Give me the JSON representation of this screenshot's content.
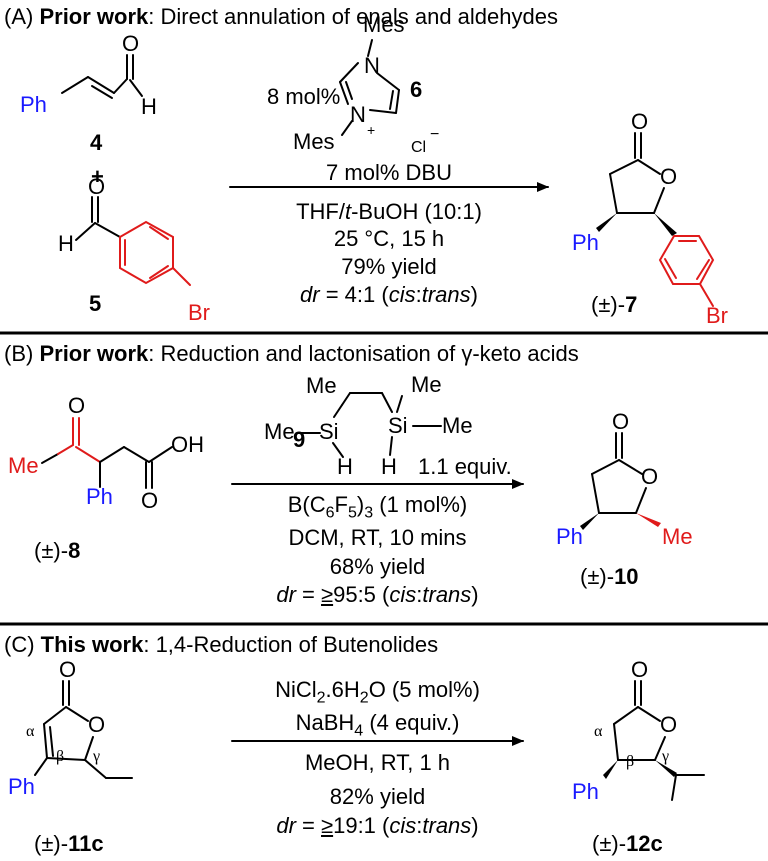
{
  "colors": {
    "aryl": "#e01b1b",
    "phenyl": "#1a1aff",
    "bond": "#000000"
  },
  "panelA": {
    "prefix": "(A) ",
    "bold": "Prior work",
    "rest": ": Direct annulation of enals and aldehydes",
    "ph": "Ph",
    "o": "O",
    "h": "H",
    "label4": "4",
    "plus": "+",
    "label5": "5",
    "br": "Br",
    "catalyst": {
      "loading": "8 mol%",
      "mes_top": "Mes",
      "mes_left": "Mes",
      "n_top": "N",
      "n_left": "N",
      "plus": "+",
      "cl": "Cl",
      "minus": "−",
      "number": "6"
    },
    "conditions": [
      "7 mol% DBU",
      "THF/",
      "t",
      "-BuOH (10:1)",
      "25 °C, 15 h",
      "79% yield"
    ],
    "dr": {
      "dr": "dr",
      "eq": " = 4:1 (",
      "cis": "cis",
      ":": ":",
      "trans": "trans",
      ")": ")"
    },
    "product": {
      "o1": "O",
      "o2": "O",
      "ph": "Ph",
      "br": "Br",
      "rac": "(±)-",
      "num": "7"
    }
  },
  "panelB": {
    "prefix": "(B) ",
    "bold": "Prior work",
    "rest": ": Reduction and lactonisation of γ-keto acids",
    "reagent": {
      "me1": "Me",
      "me2": "Me",
      "me3": "Me",
      "me4": "Me",
      "si1": "Si",
      "si2": "Si",
      "h1": "H",
      "h2": "H",
      "number": "9",
      "equiv": "1.1 equiv."
    },
    "substrate": {
      "me": "Me",
      "o1": "O",
      "o2": "O",
      "oh": "OH",
      "ph": "Ph",
      "rac": "(±)-",
      "num": "8"
    },
    "conditions": {
      "cat_a": "B(C",
      "cat_b": "6",
      "cat_c": "F",
      "cat_d": "5",
      "cat_e": ")",
      "cat_f": "3",
      "cat_g": " (1 mol%)",
      "solv": "DCM, RT, 10 mins",
      "yield": "68% yield"
    },
    "dr": {
      "dr": "dr",
      "eq": " = ",
      "ge": "≥",
      "ratio": "95:5 (",
      "cis": "cis",
      ":": ":",
      "trans": "trans",
      ")": ")"
    },
    "product": {
      "o1": "O",
      "o2": "O",
      "ph": "Ph",
      "me": "Me",
      "rac": "(±)-",
      "num": "10"
    }
  },
  "panelC": {
    "prefix": "(C) ",
    "bold": "This work",
    "rest": ": 1,4-Reduction of Butenolides",
    "substrate": {
      "o1": "O",
      "o2": "O",
      "alpha": "α",
      "beta": "β",
      "gamma": "γ",
      "ph": "Ph",
      "rac": "(±)-",
      "num": "11c"
    },
    "conditions": {
      "ni_a": "NiCl",
      "ni_b": "2",
      "ni_c": ".6H",
      "ni_d": "2",
      "ni_e": "O (5 mol%)",
      "na_a": "NaBH",
      "na_b": "4",
      "na_c": " (4 equiv.)",
      "solv": "MeOH, RT, 1 h",
      "yield": "82% yield"
    },
    "dr": {
      "dr": "dr",
      "eq": " = ",
      "ge": "≥",
      "ratio": "19:1 (",
      "cis": "cis",
      ":": ":",
      "trans": "trans",
      ")": ")"
    },
    "product": {
      "o1": "O",
      "o2": "O",
      "alpha": "α",
      "beta": "β",
      "gamma": "γ",
      "ph": "Ph",
      "rac": "(±)-",
      "num": "12c"
    }
  }
}
